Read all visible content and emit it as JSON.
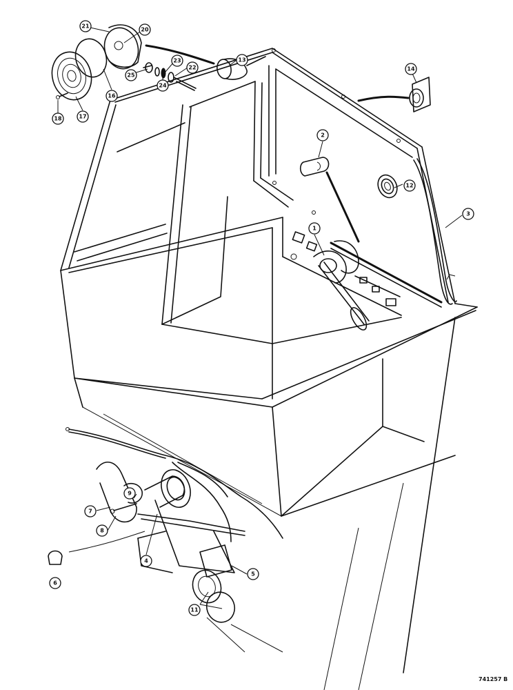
{
  "callouts": [
    {
      "n": "1"
    },
    {
      "n": "2"
    },
    {
      "n": "3"
    },
    {
      "n": "4"
    },
    {
      "n": "5"
    },
    {
      "n": "6"
    },
    {
      "n": "7"
    },
    {
      "n": "8"
    },
    {
      "n": "9"
    },
    {
      "n": "11"
    },
    {
      "n": "12"
    },
    {
      "n": "13"
    },
    {
      "n": "14"
    },
    {
      "n": "16"
    },
    {
      "n": "17"
    },
    {
      "n": "18"
    },
    {
      "n": "20"
    },
    {
      "n": "21"
    },
    {
      "n": "22"
    },
    {
      "n": "23"
    },
    {
      "n": "24"
    },
    {
      "n": "25"
    }
  ],
  "reference_number": "741257 B"
}
